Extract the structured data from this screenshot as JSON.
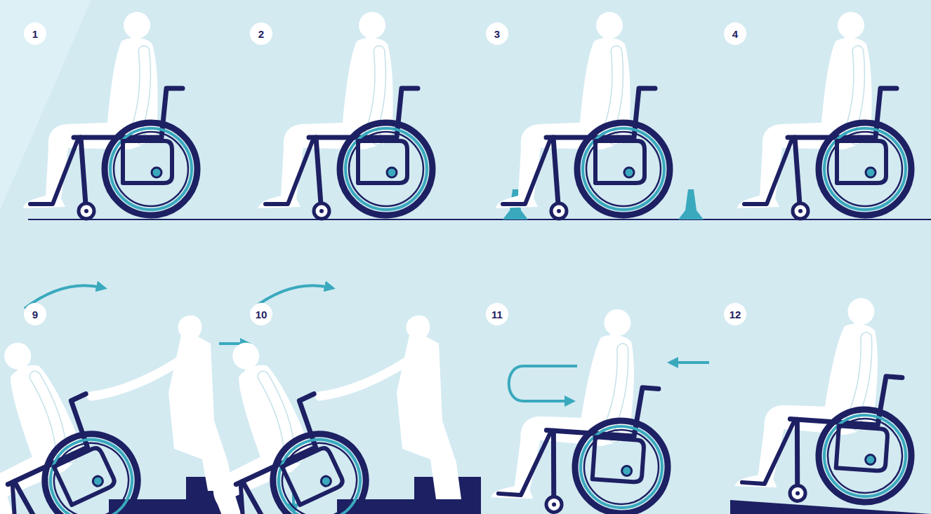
{
  "diagram": {
    "nodes": [
      {
        "text": [
          "1"
        ]
      },
      {
        "text": [
          "2"
        ]
      },
      {
        "text": [
          "3"
        ]
      },
      {
        "text": [
          "4"
        ]
      },
      {
        "text": [
          "9"
        ]
      },
      {
        "text": [
          "10"
        ]
      },
      {
        "text": [
          "11"
        ]
      },
      {
        "text": [
          "12"
        ]
      }
    ]
  }
}
